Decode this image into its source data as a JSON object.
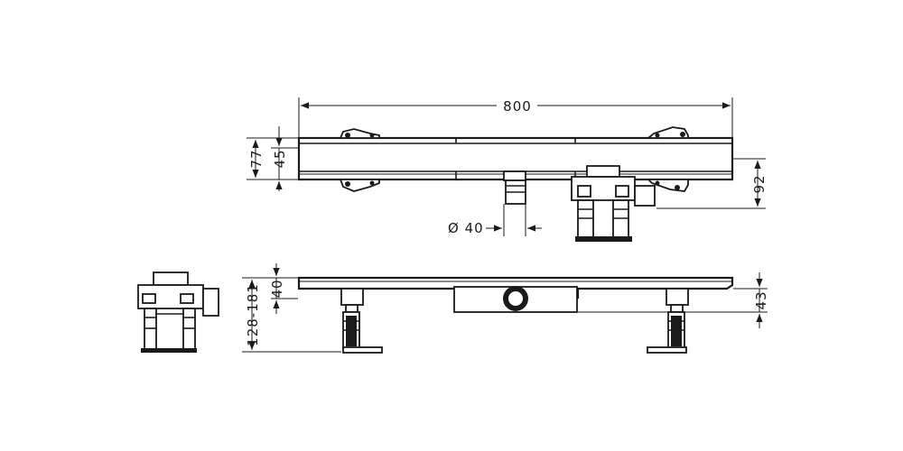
{
  "dimensions": {
    "overall_length": "800",
    "top_height_total": "77",
    "top_height_channel": "45",
    "right_drop": "92",
    "outlet_diameter": "Ø 40",
    "side_height": "40",
    "adjustable_height": "128-181",
    "right_side_height": "43"
  },
  "colors": {
    "line": "#1a1a1a",
    "background": "#ffffff"
  }
}
